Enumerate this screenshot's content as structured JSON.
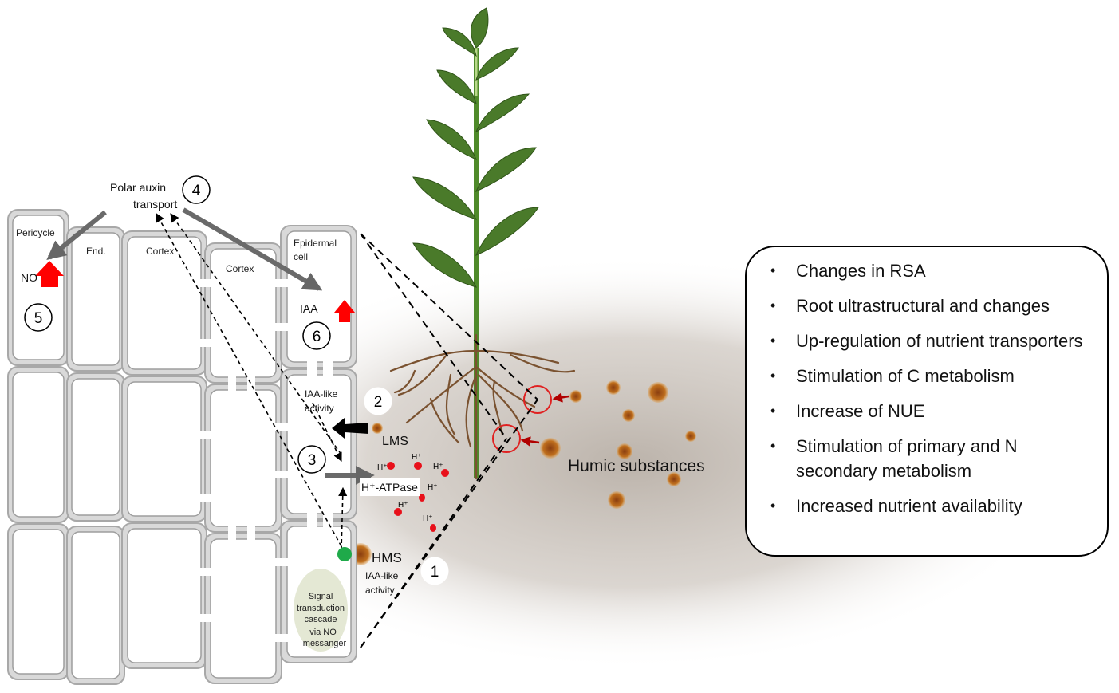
{
  "colors": {
    "cell_border": "#9e9e9e",
    "cell_fill": "#ffffff",
    "wall_fill": "#d9d9d9",
    "red_arrow": "#ff0000",
    "gray_arrow": "#707070",
    "proton": "#e8101a",
    "receptor": "#1faa4a",
    "humic": "#b05a1a",
    "leaf": "#4a7a2a",
    "root": "#7a5230",
    "soil": "#c9c1b9",
    "signal_ellipse": "#e4e8d4"
  },
  "cell_labels": {
    "pericycle": "Pericycle",
    "endodermis": "End.",
    "cortex1": "Cortex",
    "cortex2": "Cortex",
    "epidermal_line1": "Epidermal",
    "epidermal_line2": "cell"
  },
  "labels": {
    "polar_auxin_line1": "Polar auxin",
    "polar_auxin_line2": "transport",
    "no": "NO",
    "iaa": "IAA",
    "iaa_like_upper_line1": "IAA-like",
    "iaa_like_upper_line2": "activity",
    "lms": "LMS",
    "h_atpase": "H⁺-ATPase",
    "hms": "HMS",
    "iaa_like_lower_line1": "IAA-like",
    "iaa_like_lower_line2": "activity",
    "signal_line1": "Signal",
    "signal_line2": "transduction",
    "signal_line3": "cascade",
    "signal_line4": "via NO",
    "signal_line5": "messanger",
    "humic_substances": "Humic substances",
    "proton": "H⁺"
  },
  "steps": [
    "1",
    "2",
    "3",
    "4",
    "5",
    "6"
  ],
  "summary": [
    "Changes in RSA",
    "Root ultrastructural and changes",
    "Up-regulation of nutrient transporters",
    "Stimulation of C metabolism",
    "Increase of NUE",
    "Stimulation of primary and N secondary metabolism",
    "Increased nutrient availability"
  ],
  "bullet": "•"
}
